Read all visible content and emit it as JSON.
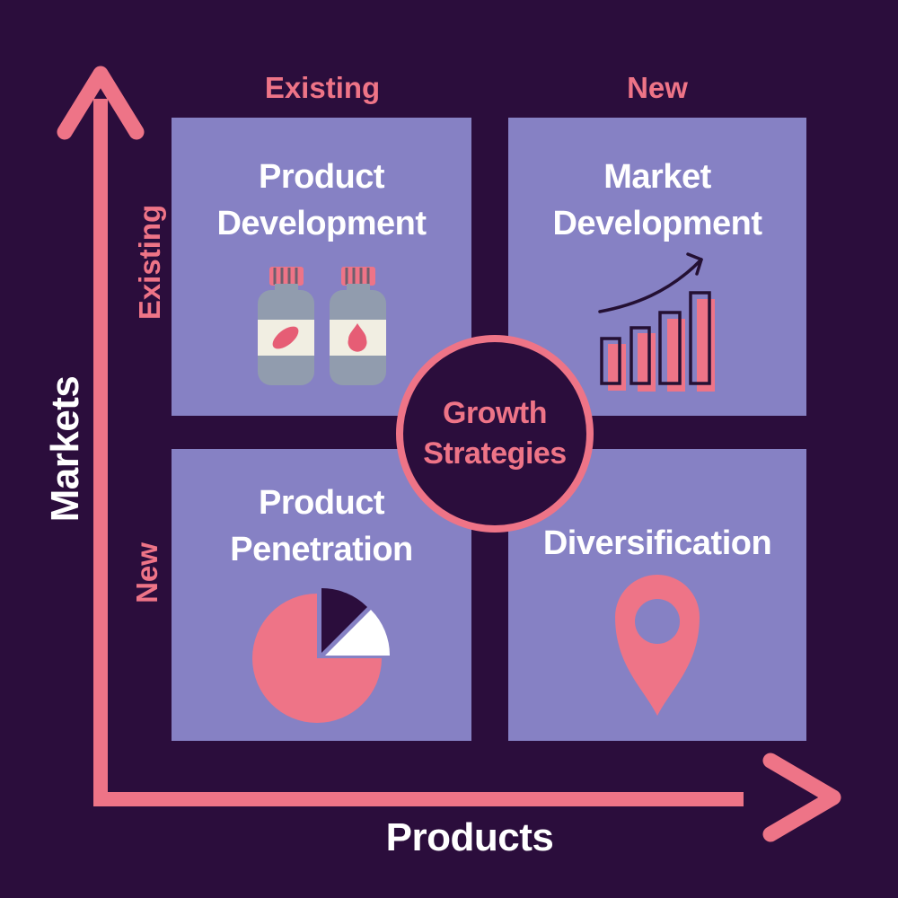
{
  "diagram_title": "Growth Strategies",
  "center_badge": {
    "line1": "Growth",
    "line2": "Strategies"
  },
  "axes": {
    "x_axis": {
      "label": "Products",
      "categories": [
        "Existing",
        "New"
      ]
    },
    "y_axis": {
      "label": "Markets",
      "categories": [
        "Existing",
        "New"
      ]
    }
  },
  "quadrants": [
    {
      "key": "product-development",
      "line1": "Product",
      "line2": "Development",
      "icon": "medicine-bottles-icon"
    },
    {
      "key": "market-development",
      "line1": "Market",
      "line2": "Development",
      "icon": "bar-chart-growth-icon"
    },
    {
      "key": "product-penetration",
      "line1": "Product",
      "line2": "Penetration",
      "icon": "pie-chart-icon"
    },
    {
      "key": "diversification",
      "line1": "Diversification",
      "icon": "location-pin-icon"
    }
  ],
  "colors": {
    "background": "#2b0d3c",
    "quadrant_fill": "#8681c4",
    "accent_pink": "#ee7487",
    "text_white": "#ffffff",
    "icon_outline_dark": "#241033",
    "bottle_gray": "#919cae",
    "bottle_label_cream": "#f1eee2",
    "symbol_pink": "#e65d75"
  }
}
